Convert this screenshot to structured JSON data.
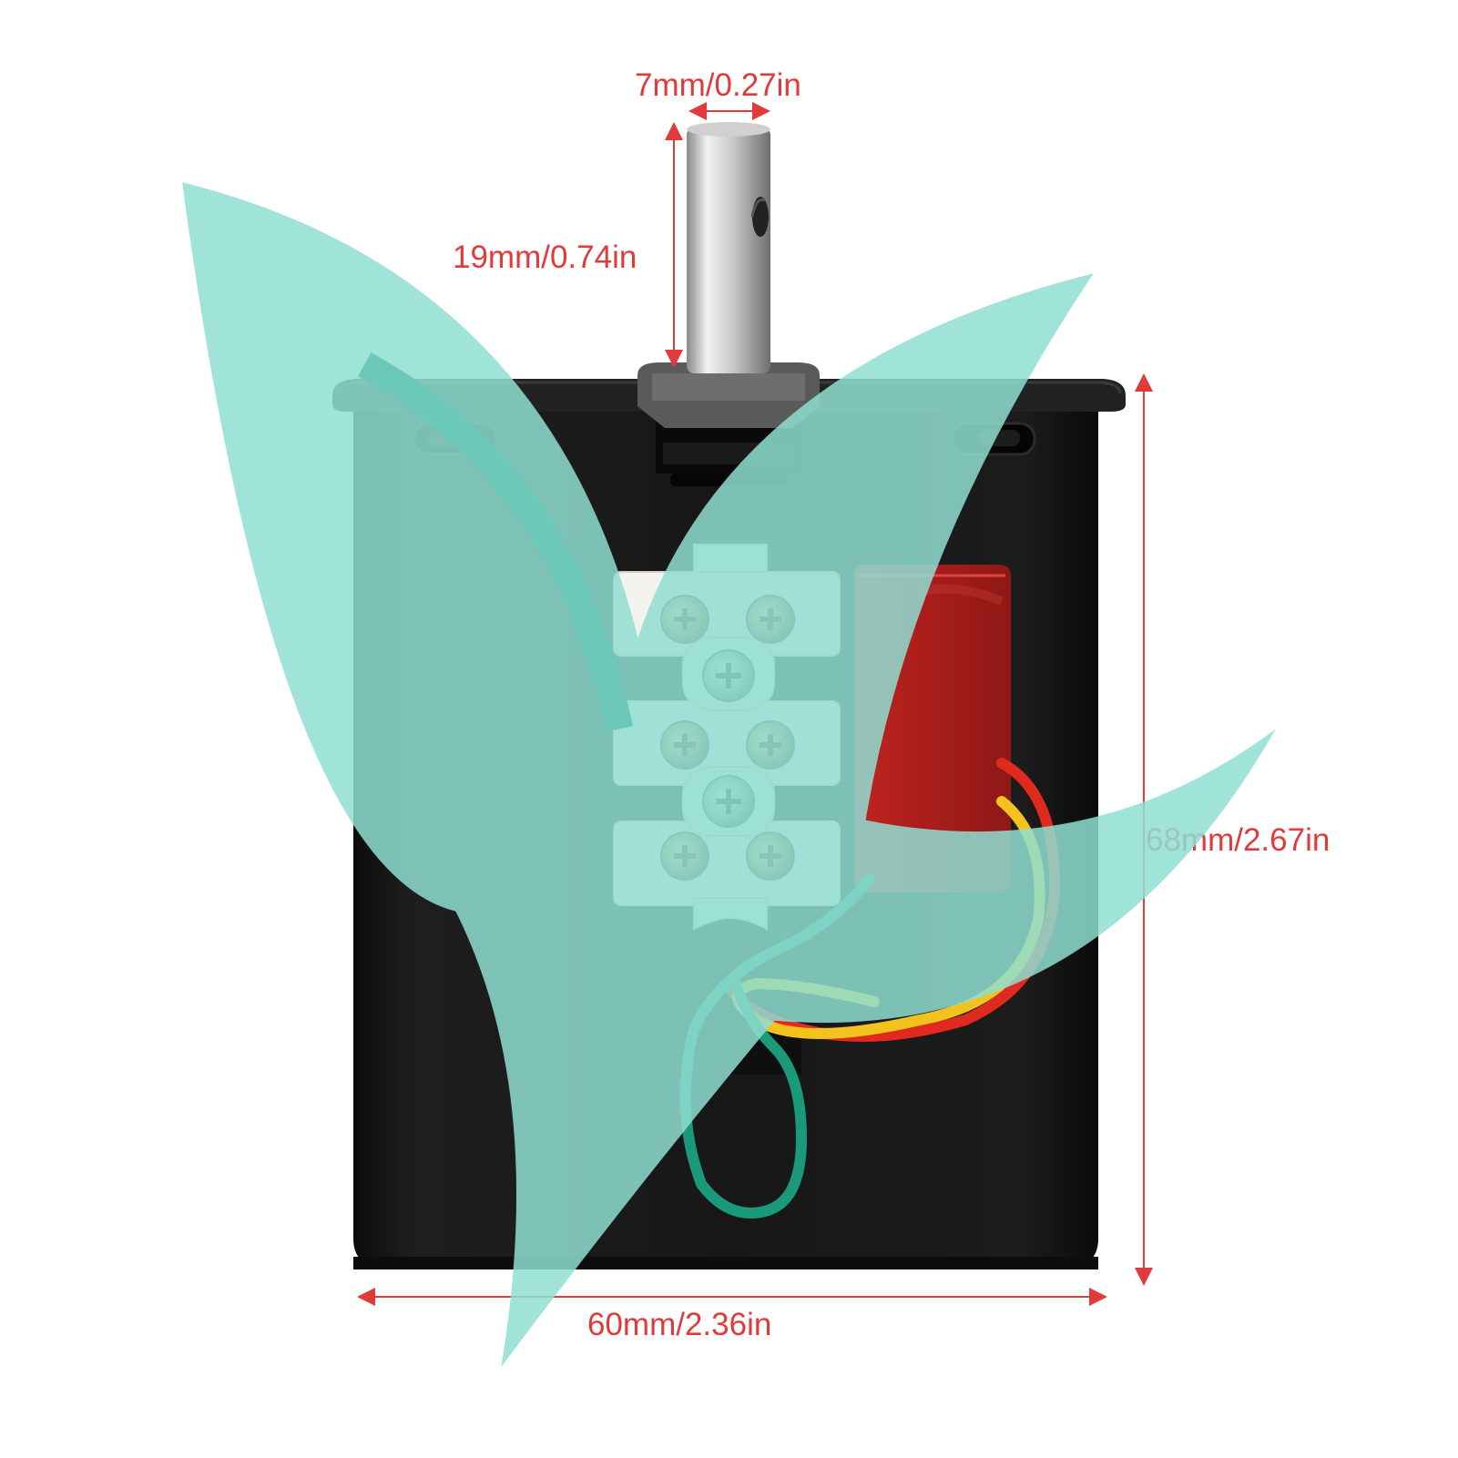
{
  "dimensions": {
    "shaft_diameter": "7mm/0.27in",
    "shaft_length": "19mm/0.74in",
    "body_height": "68mm/2.67in",
    "body_width": "60mm/2.36in"
  },
  "colors": {
    "dimension_color": "#e03a3a",
    "body_color": "#151515",
    "capacitor_color": "#b0201d",
    "terminal_color": "#f2f2ee",
    "wire_red": "#e02a20",
    "wire_yellow": "#f4c21c",
    "wire_green": "#1a9a7a",
    "logo_color": "#7fd6c8"
  },
  "icons": {
    "logo": "bird-logo-icon"
  }
}
